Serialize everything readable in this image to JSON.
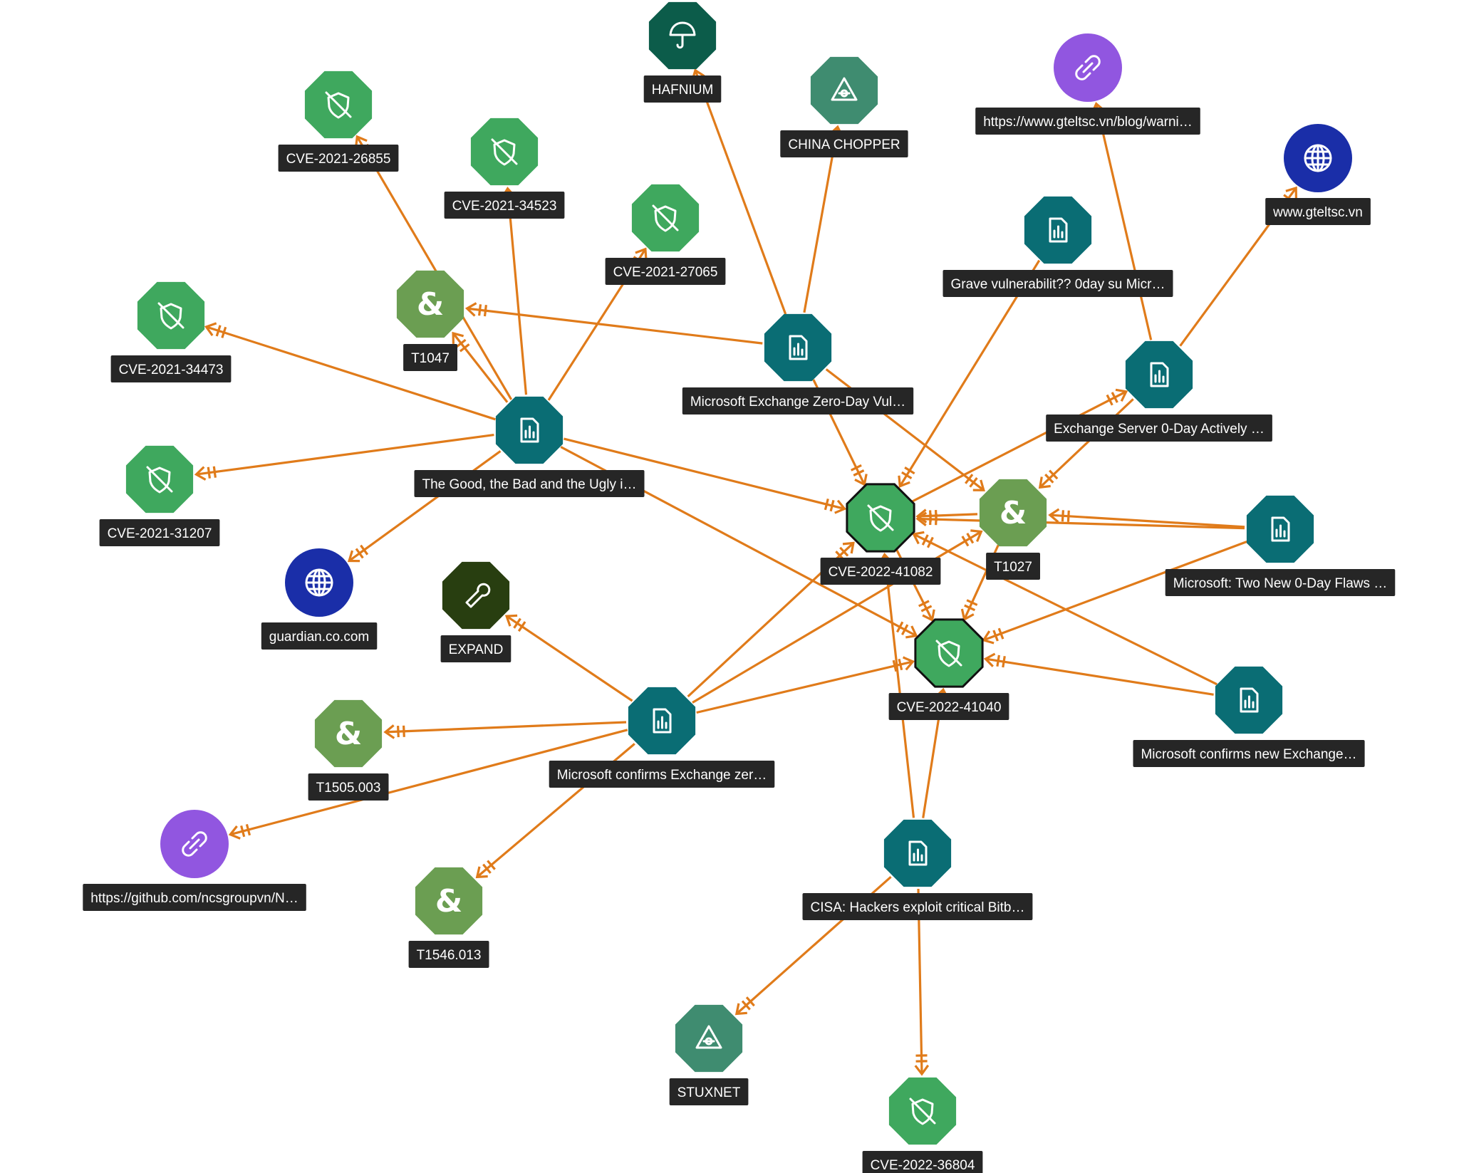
{
  "colors": {
    "vulnerability": "#3fa85e",
    "report": "#0a6d74",
    "technique": "#6b9e52",
    "malware": "#3f8c70",
    "intrusion_set": "#0c5c4a",
    "tool": "#283e10",
    "domain": "#1a2ea8",
    "url": "#9156e0",
    "edge": "#e07b1a",
    "label_bg": "#262626"
  },
  "nodes": [
    {
      "id": "hafnium",
      "label": "HAFNIUM",
      "kind": "intrusion_set",
      "icon": "umbrella-icon"
    },
    {
      "id": "china_chopper",
      "label": "CHINA CHOPPER",
      "kind": "malware",
      "icon": "biohazard-triangle-icon"
    },
    {
      "id": "url_gteltsc_blog",
      "label": "https://www.gteltsc.vn/blog/warni…",
      "kind": "url",
      "icon": "link-icon"
    },
    {
      "id": "domain_gteltsc",
      "label": "www.gteltsc.vn",
      "kind": "domain",
      "icon": "globe-icon"
    },
    {
      "id": "cve_2021_26855",
      "label": "CVE-2021-26855",
      "kind": "vulnerability",
      "icon": "shield-off-icon"
    },
    {
      "id": "cve_2021_34523",
      "label": "CVE-2021-34523",
      "kind": "vulnerability",
      "icon": "shield-off-icon"
    },
    {
      "id": "cve_2021_27065",
      "label": "CVE-2021-27065",
      "kind": "vulnerability",
      "icon": "shield-off-icon"
    },
    {
      "id": "report_grave",
      "label": "Grave vulnerabilit?? 0day su Micr…",
      "kind": "report",
      "icon": "report-icon"
    },
    {
      "id": "t1047",
      "label": "T1047",
      "kind": "technique",
      "icon": "ampersand-icon"
    },
    {
      "id": "cve_2021_34473",
      "label": "CVE-2021-34473",
      "kind": "vulnerability",
      "icon": "shield-off-icon"
    },
    {
      "id": "report_ms_zeroday_vul",
      "label": "Microsoft Exchange Zero-Day Vul…",
      "kind": "report",
      "icon": "report-icon"
    },
    {
      "id": "report_exchange_0day",
      "label": "Exchange Server 0-Day Actively …",
      "kind": "report",
      "icon": "report-icon"
    },
    {
      "id": "report_good_bad_ugly",
      "label": "The Good, the Bad and the Ugly i…",
      "kind": "report",
      "icon": "report-icon"
    },
    {
      "id": "cve_2021_31207",
      "label": "CVE-2021-31207",
      "kind": "vulnerability",
      "icon": "shield-off-icon"
    },
    {
      "id": "cve_2022_41082",
      "label": "CVE-2022-41082",
      "kind": "vulnerability",
      "icon": "shield-off-icon",
      "selected": true
    },
    {
      "id": "t1027",
      "label": "T1027",
      "kind": "technique",
      "icon": "ampersand-icon"
    },
    {
      "id": "report_ms_two_new",
      "label": "Microsoft: Two New 0-Day Flaws …",
      "kind": "report",
      "icon": "report-icon"
    },
    {
      "id": "domain_guardian",
      "label": "guardian.co.com",
      "kind": "domain",
      "icon": "globe-icon"
    },
    {
      "id": "tool_expand",
      "label": "EXPAND",
      "kind": "tool",
      "icon": "wrench-icon"
    },
    {
      "id": "cve_2022_41040",
      "label": "CVE-2022-41040",
      "kind": "vulnerability",
      "icon": "shield-off-icon",
      "selected": true
    },
    {
      "id": "report_ms_confirms_new",
      "label": "Microsoft confirms new Exchange…",
      "kind": "report",
      "icon": "report-icon"
    },
    {
      "id": "t1505_003",
      "label": "T1505.003",
      "kind": "technique",
      "icon": "ampersand-icon"
    },
    {
      "id": "report_ms_confirms_zer",
      "label": "Microsoft confirms Exchange zer…",
      "kind": "report",
      "icon": "report-icon"
    },
    {
      "id": "url_github",
      "label": "https://github.com/ncsgroupvn/N…",
      "kind": "url",
      "icon": "link-icon"
    },
    {
      "id": "report_cisa",
      "label": "CISA: Hackers exploit critical Bitb…",
      "kind": "report",
      "icon": "report-icon"
    },
    {
      "id": "t1546_013",
      "label": "T1546.013",
      "kind": "technique",
      "icon": "ampersand-icon"
    },
    {
      "id": "stuxnet",
      "label": "STUXNET",
      "kind": "malware",
      "icon": "biohazard-triangle-icon"
    },
    {
      "id": "cve_2022_36804",
      "label": "CVE-2022-36804",
      "kind": "vulnerability",
      "icon": "shield-off-icon"
    }
  ],
  "edges": [
    {
      "from": "report_ms_zeroday_vul",
      "to": "hafnium"
    },
    {
      "from": "report_ms_zeroday_vul",
      "to": "china_chopper"
    },
    {
      "from": "report_ms_zeroday_vul",
      "to": "t1047"
    },
    {
      "from": "report_ms_zeroday_vul",
      "to": "cve_2022_41082"
    },
    {
      "from": "report_ms_zeroday_vul",
      "to": "t1027"
    },
    {
      "from": "report_good_bad_ugly",
      "to": "cve_2021_26855"
    },
    {
      "from": "report_good_bad_ugly",
      "to": "cve_2021_34523"
    },
    {
      "from": "report_good_bad_ugly",
      "to": "cve_2021_27065"
    },
    {
      "from": "report_good_bad_ugly",
      "to": "t1047"
    },
    {
      "from": "report_good_bad_ugly",
      "to": "cve_2021_34473"
    },
    {
      "from": "report_good_bad_ugly",
      "to": "cve_2021_31207"
    },
    {
      "from": "report_good_bad_ugly",
      "to": "domain_guardian"
    },
    {
      "from": "report_good_bad_ugly",
      "to": "cve_2022_41082"
    },
    {
      "from": "report_good_bad_ugly",
      "to": "cve_2022_41040"
    },
    {
      "from": "report_exchange_0day",
      "to": "url_gteltsc_blog"
    },
    {
      "from": "report_exchange_0day",
      "to": "domain_gteltsc"
    },
    {
      "from": "report_exchange_0day",
      "to": "t1027"
    },
    {
      "from": "report_grave",
      "to": "cve_2022_41082"
    },
    {
      "from": "report_ms_two_new",
      "to": "cve_2022_41082"
    },
    {
      "from": "report_ms_two_new",
      "to": "t1027"
    },
    {
      "from": "report_ms_two_new",
      "to": "cve_2022_41040"
    },
    {
      "from": "report_ms_confirms_new",
      "to": "cve_2022_41082"
    },
    {
      "from": "report_ms_confirms_new",
      "to": "cve_2022_41040"
    },
    {
      "from": "report_ms_confirms_zer",
      "to": "tool_expand"
    },
    {
      "from": "report_ms_confirms_zer",
      "to": "t1505_003"
    },
    {
      "from": "report_ms_confirms_zer",
      "to": "url_github"
    },
    {
      "from": "report_ms_confirms_zer",
      "to": "t1546_013"
    },
    {
      "from": "report_ms_confirms_zer",
      "to": "cve_2022_41082"
    },
    {
      "from": "report_ms_confirms_zer",
      "to": "t1027"
    },
    {
      "from": "report_ms_confirms_zer",
      "to": "cve_2022_41040"
    },
    {
      "from": "report_cisa",
      "to": "cve_2022_41082"
    },
    {
      "from": "report_cisa",
      "to": "cve_2022_41040"
    },
    {
      "from": "report_cisa",
      "to": "stuxnet"
    },
    {
      "from": "report_cisa",
      "to": "cve_2022_36804"
    },
    {
      "from": "cve_2022_41082",
      "to": "report_exchange_0day"
    },
    {
      "from": "cve_2022_41082",
      "to": "cve_2022_41040"
    },
    {
      "from": "t1027",
      "to": "cve_2022_41082"
    },
    {
      "from": "t1027",
      "to": "cve_2022_41040"
    }
  ]
}
